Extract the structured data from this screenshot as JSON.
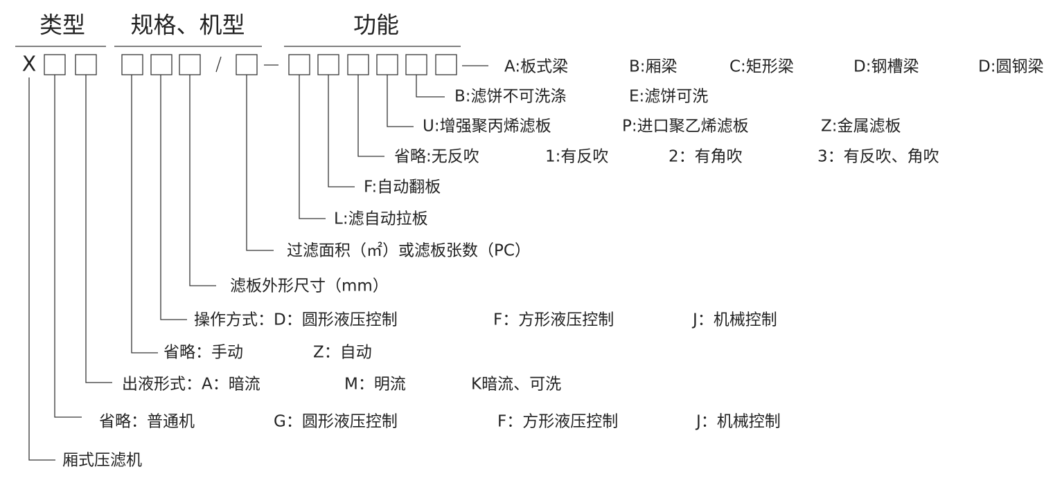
{
  "headers": {
    "type": "类型",
    "spec": "规格、机型",
    "function": "功能"
  },
  "code": {
    "prefix": "X",
    "slash": "/"
  },
  "rows": {
    "beam": [
      "A:板式梁",
      "B:厢梁",
      "C:矩形梁",
      "D:钢槽梁",
      "D:圆钢梁"
    ],
    "washing": [
      "B:滤饼不可洗涤",
      "E:滤饼可洗"
    ],
    "plate_material": [
      "U:增强聚丙烯滤板",
      "P:进口聚乙烯滤板",
      "Z:金属滤板"
    ],
    "blowback": [
      "省略:无反吹",
      "1:有反吹",
      "2：有角吹",
      "3：有反吹、角吹"
    ],
    "flip": [
      "F:自动翻板"
    ],
    "pull": [
      "L:滤自动拉板"
    ],
    "area": [
      "过滤面积（㎡）或滤板张数（PC）"
    ],
    "plate_size": [
      "滤板外形尺寸（mm）"
    ],
    "operation": [
      "操作方式：D：圆形液压控制",
      "F：方形液压控制",
      "J：机械控制"
    ],
    "mode": [
      "省略：手动",
      "Z：自动"
    ],
    "discharge": [
      "出液形式：A：暗流",
      "M：明流",
      "K暗流、可洗"
    ],
    "machine": [
      "省略：普通机",
      "G：圆形液压控制",
      "F：方形液压控制",
      "J：机械控制"
    ],
    "kind": [
      "厢式压滤机"
    ]
  }
}
